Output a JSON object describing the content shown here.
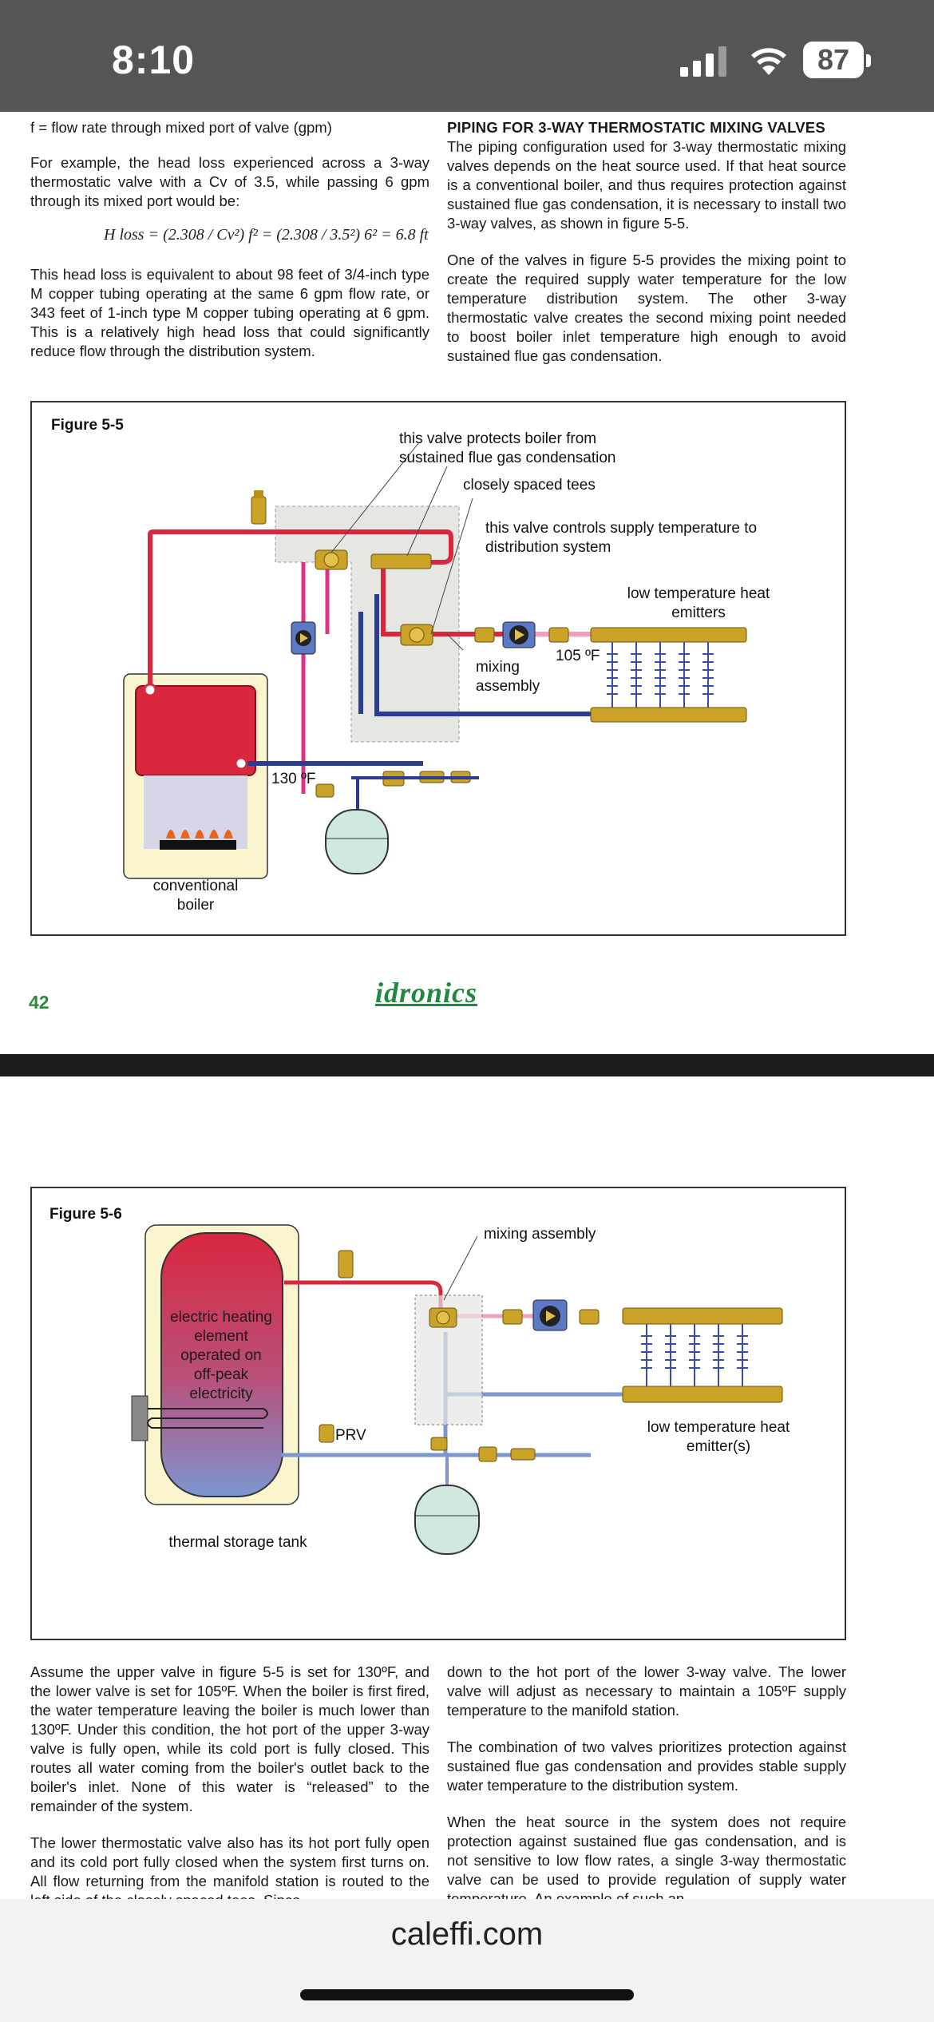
{
  "status_bar": {
    "time": "8:10",
    "battery": "87"
  },
  "page1": {
    "left_col": {
      "line0": "f = flow rate through mixed port of valve (gpm)",
      "para1": "For example, the head loss experienced across a 3-way thermostatic valve with a Cv of 3.5, while passing 6 gpm through its mixed port would be:",
      "formula": "H loss = (2.308 / Cv²) f² = (2.308 / 3.5²) 6² = 6.8 ft",
      "para2": "This head loss is equivalent to about 98 feet of 3/4-inch type M copper tubing operating at the same 6 gpm flow rate, or 343 feet of 1-inch type M copper tubing operating at 6 gpm. This is a relatively high head loss that could significantly reduce flow through the distribution system."
    },
    "right_col": {
      "heading": "PIPING FOR 3-WAY THERMOSTATIC MIXING VALVES",
      "para1": "The piping configuration used for 3-way thermostatic mixing valves depends on the heat source used. If that heat source is a conventional boiler, and thus requires protection against sustained flue gas condensation, it is necessary to install two 3-way valves, as shown in figure 5-5.",
      "para2": "One of the valves in figure 5-5 provides the mixing point to create the required supply water temperature for the low temperature distribution system. The other 3-way thermostatic valve creates the second mixing point needed to boost boiler inlet temperature high enough to avoid sustained flue gas condensation."
    },
    "figure": {
      "title": "Figure 5-5",
      "labels": {
        "protects": "this valve protects boiler from sustained flue gas condensation",
        "tees": "closely spaced tees",
        "controls": "this valve controls supply temperature to distribution system",
        "emitters": "low temperature heat emitters",
        "temp105": "105 ºF",
        "mixing": "mixing assembly",
        "temp130": "130 ºF",
        "boiler": "conventional boiler"
      }
    },
    "page_number": "42",
    "logo": "idronics"
  },
  "page2": {
    "figure": {
      "title": "Figure 5-6",
      "labels": {
        "mixing": "mixing assembly",
        "element": "electric heating element operated on off-peak electricity",
        "prv": "PRV",
        "emitters": "low temperature heat emitter(s)",
        "tank": "thermal storage tank"
      }
    },
    "left_col": {
      "para1": "Assume the upper valve in figure 5-5 is set for 130ºF, and the lower valve is set for 105ºF. When the boiler is first fired, the water temperature leaving the boiler is much lower than 130ºF. Under this condition, the hot port of the upper 3-way valve is fully open, while its cold port is fully closed. This routes all water coming from the boiler's outlet back to the boiler's inlet. None of this water is “released” to the remainder of the system.",
      "para2": "The lower thermostatic valve also has its hot port fully open and its cold port fully closed when the system first turns on. All flow returning from the manifold station is routed to the left side of the closely spaced tees. Since"
    },
    "right_col": {
      "para1": "down to the hot port of the lower 3-way valve. The lower valve will adjust as necessary to maintain a 105ºF supply temperature to the manifold station.",
      "para2": "The combination of two valves prioritizes protection against sustained flue gas condensation and provides stable supply water temperature to the distribution system.",
      "para3": "When the heat source in the system does not require protection against sustained flue gas condensation, and is not sensitive to low flow rates, a single 3-way thermostatic valve can be used to provide regulation of supply water temperature. An example of such an"
    }
  },
  "browser": {
    "url": "caleffi.com"
  },
  "colors": {
    "hot": "#d9273e",
    "cold": "#2b3c97",
    "mixed": "#f2a0b8",
    "return_light": "#7c96d0",
    "valve": "#c9a227",
    "tank_glass": "#cfe9df",
    "boiler_panel": "#fbf5cf"
  }
}
